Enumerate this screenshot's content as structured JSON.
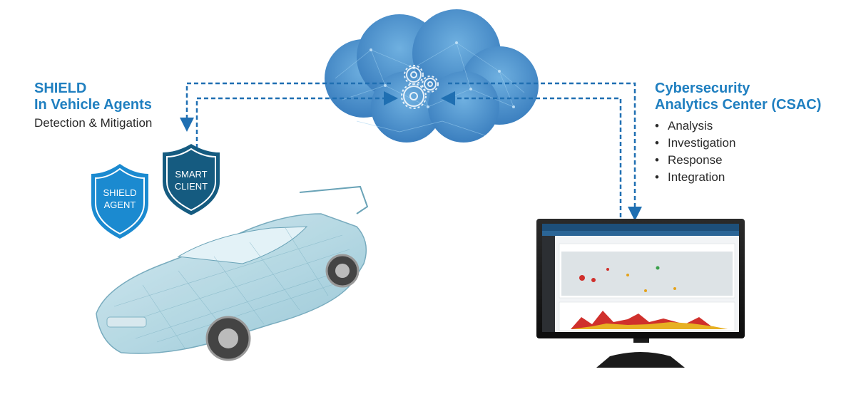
{
  "left_panel": {
    "title_line1": "SHIELD",
    "title_line2": "In Vehicle Agents",
    "subtitle": "Detection & Mitigation"
  },
  "shields": {
    "agent": {
      "line1": "SHIELD",
      "line2": "AGENT"
    },
    "client": {
      "line1": "SMART",
      "line2": "CLIENT"
    }
  },
  "right_panel": {
    "title_line1": "Cybersecurity",
    "title_line2": "Analytics Center (CSAC)",
    "items": [
      "Analysis",
      "Investigation",
      "Response",
      "Integration"
    ]
  },
  "colors": {
    "brand_blue": "#1f7fc0",
    "arrow_blue": "#1f6fb2",
    "shield_light": "#1b8ad0",
    "shield_dark": "#155b80",
    "cloud": "#4a90cc"
  }
}
